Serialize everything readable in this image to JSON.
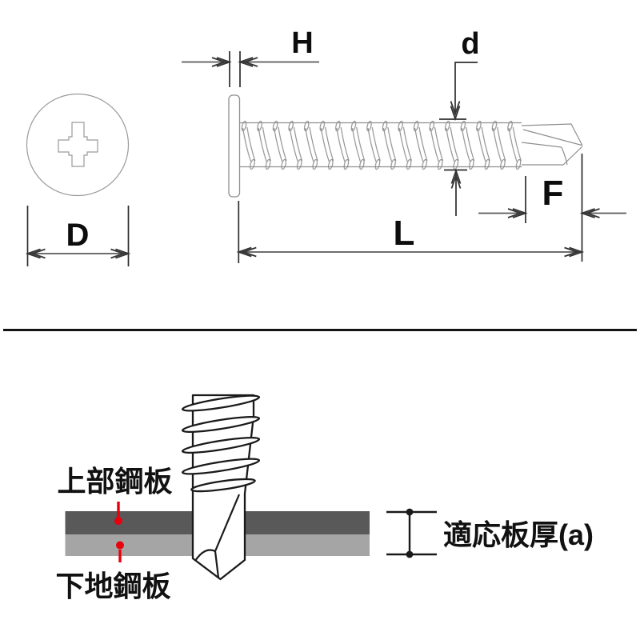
{
  "top_diagram": {
    "labels": {
      "head_height": "H",
      "shank_diameter": "d",
      "head_diameter": "D",
      "overall_length": "L",
      "drill_point_length": "F"
    }
  },
  "bottom_diagram": {
    "upper_plate_label": "上部鋼板",
    "base_plate_label": "下地鋼板",
    "thickness_label": "適応板厚(a)",
    "colors": {
      "red_accent": "#e8000d",
      "plate_dark": "#595959",
      "plate_light": "#a5a5a5"
    }
  }
}
